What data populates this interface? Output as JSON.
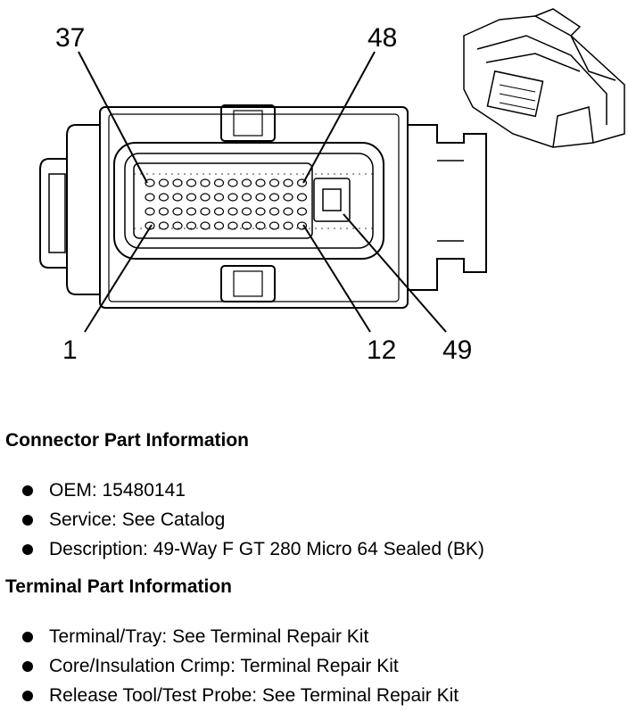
{
  "diagram": {
    "callouts": [
      "37",
      "48",
      "1",
      "12",
      "49"
    ]
  },
  "connector_info": {
    "title": "Connector Part Information",
    "items": [
      "OEM: 15480141",
      "Service: See Catalog",
      "Description: 49-Way F GT 280 Micro 64 Sealed (BK)"
    ]
  },
  "terminal_info": {
    "title": "Terminal Part Information",
    "items": [
      "Terminal/Tray: See Terminal Repair Kit",
      "Core/Insulation Crimp: Terminal Repair Kit",
      "Release Tool/Test Probe: See Terminal Repair Kit"
    ]
  }
}
